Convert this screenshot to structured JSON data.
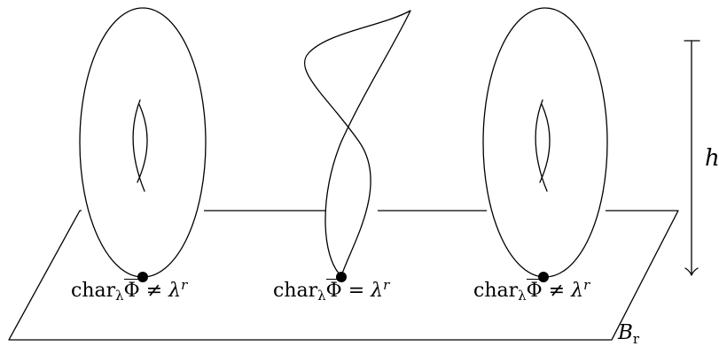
{
  "labels": {
    "fiber_left": {
      "text": "char",
      "sub": "λ",
      "symbol": "Φ",
      "relation": "≠",
      "rhs": "λ",
      "rhs_sup": "r"
    },
    "fiber_middle": {
      "text": "char",
      "sub": "λ",
      "symbol": "Φ",
      "relation": "=",
      "rhs": "λ",
      "rhs_sup": "r"
    },
    "fiber_right": {
      "text": "char",
      "sub": "λ",
      "symbol": "Φ",
      "relation": "≠",
      "rhs": "λ",
      "rhs_sup": "r"
    },
    "base": {
      "text": "B",
      "sub": "r"
    },
    "height": {
      "text": "h"
    }
  }
}
